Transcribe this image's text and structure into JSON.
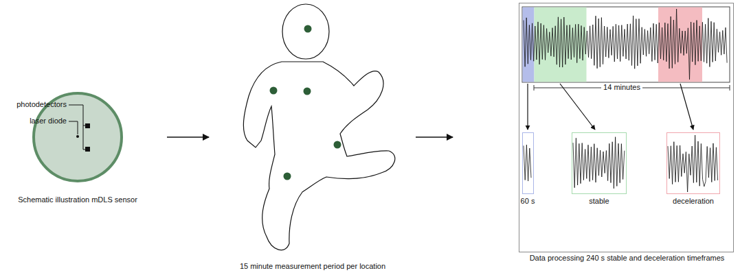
{
  "diagram": {
    "nodes": [
      {
        "text": [
          "Schematic illustration mDLS sensor"
        ]
      },
      {
        "text": [
          "15 minute measurement period per location"
        ]
      },
      {
        "text": [
          "Data processing 240 s stable and deceleration timeframes"
        ]
      },
      {
        "text": [
          "60 s"
        ],
        "in": 2
      },
      {
        "text": [
          "stable"
        ],
        "in": 2
      },
      {
        "text": [
          "deceleration"
        ],
        "in": 2
      }
    ],
    "edges": [
      {
        "from": 0,
        "to": 1,
        "arrow": "to"
      },
      {
        "from": 1,
        "to": 2,
        "arrow": "to"
      }
    ],
    "labels": [
      "photodetectors",
      "laser diode",
      "14 minutes"
    ]
  }
}
